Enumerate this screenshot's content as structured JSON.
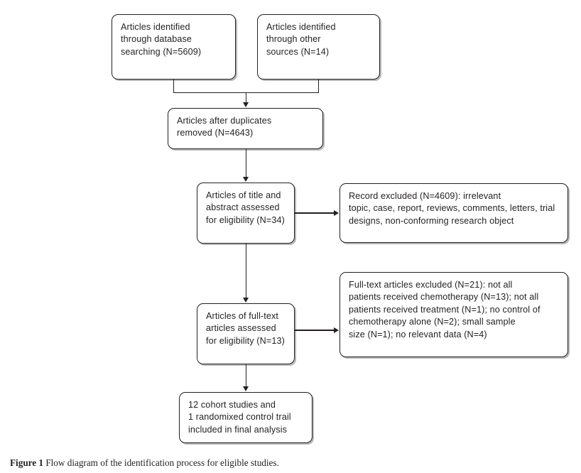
{
  "figure": {
    "caption_label": "Figure 1",
    "caption_text": "Flow diagram of the identification process for eligible studies."
  },
  "colors": {
    "stroke": "#231f20",
    "box_fill": "#ffffff",
    "shadow": "#b8b8b8",
    "page_background": "#ffffff"
  },
  "nodes": {
    "identified_database": {
      "lines": [
        "Articles identified",
        "through database",
        "searching (N=5609)"
      ]
    },
    "identified_other": {
      "lines": [
        "Articles identified",
        "through other",
        "sources (N=14)"
      ]
    },
    "after_duplicates": {
      "lines": [
        "Articles after duplicates",
        "removed (N=4643)"
      ]
    },
    "title_abstract_assessed": {
      "lines": [
        "Articles of title and",
        "abstract assessed",
        "for eligibility (N=34)"
      ]
    },
    "record_excluded": {
      "lines": [
        "Record excluded (N=4609): irrelevant",
        "topic, case, report, reviews, comments, letters, trial",
        "designs, non-conforming research object"
      ]
    },
    "fulltext_assessed": {
      "lines": [
        "Articles of full-text",
        "articles assessed",
        "for eligibility (N=13)"
      ]
    },
    "fulltext_excluded": {
      "lines": [
        "Full-text articles excluded (N=21): not all",
        "patients received chemotherapy (N=13); not all",
        "patients received treatment (N=1); no control of",
        "chemotherapy alone (N=2); small sample",
        "size (N=1); no relevant data (N=4)"
      ]
    },
    "included_final": {
      "lines": [
        "12 cohort studies and",
        "1 randomixed control trail",
        "included in final analysis"
      ]
    }
  },
  "chart_data": {
    "type": "diagram",
    "title": "Flow diagram of the identification process for eligible studies.",
    "diagram_kind": "PRISMA study-selection flow diagram",
    "stages": [
      {
        "id": "identified_database",
        "label": "Articles identified through database searching (N=5609)",
        "count": 5609
      },
      {
        "id": "identified_other",
        "label": "Articles identified through other sources (N=14)",
        "count": 14
      },
      {
        "id": "after_duplicates",
        "label": "Articles after duplicates removed (N=4643)",
        "count": 4643
      },
      {
        "id": "title_abstract_assessed",
        "label": "Articles of title and abstract assessed for eligibility (N=34)",
        "count": 34
      },
      {
        "id": "record_excluded",
        "label": "Record excluded (N=4609): irrelevant topic, case, report, reviews, comments, letters, trial designs, non-conforming research object",
        "count": 4609
      },
      {
        "id": "fulltext_assessed",
        "label": "Articles of full-text articles assessed for eligibility (N=13)",
        "count": 13
      },
      {
        "id": "fulltext_excluded",
        "label": "Full-text articles excluded (N=21): not all patients received chemotherapy (N=13); not all patients received treatment (N=1); no control of chemotherapy alone (N=2); small sample size (N=1); no relevant data (N=4)",
        "count": 21
      },
      {
        "id": "included_final",
        "label": "12 cohort studies and 1 randomixed control trail included in final analysis",
        "count": 13
      }
    ],
    "exclusion_breakdown": [
      {
        "reason": "not all patients received chemotherapy",
        "count": 13
      },
      {
        "reason": "not all patients received treatment",
        "count": 1
      },
      {
        "reason": "no control of chemotherapy alone",
        "count": 2
      },
      {
        "reason": "small sample size",
        "count": 1
      },
      {
        "reason": "no relevant data",
        "count": 4
      }
    ],
    "edges": [
      {
        "from": "identified_database",
        "to": "after_duplicates"
      },
      {
        "from": "identified_other",
        "to": "after_duplicates"
      },
      {
        "from": "after_duplicates",
        "to": "title_abstract_assessed"
      },
      {
        "from": "title_abstract_assessed",
        "to": "record_excluded"
      },
      {
        "from": "title_abstract_assessed",
        "to": "fulltext_assessed"
      },
      {
        "from": "fulltext_assessed",
        "to": "fulltext_excluded"
      },
      {
        "from": "fulltext_assessed",
        "to": "included_final"
      }
    ]
  }
}
